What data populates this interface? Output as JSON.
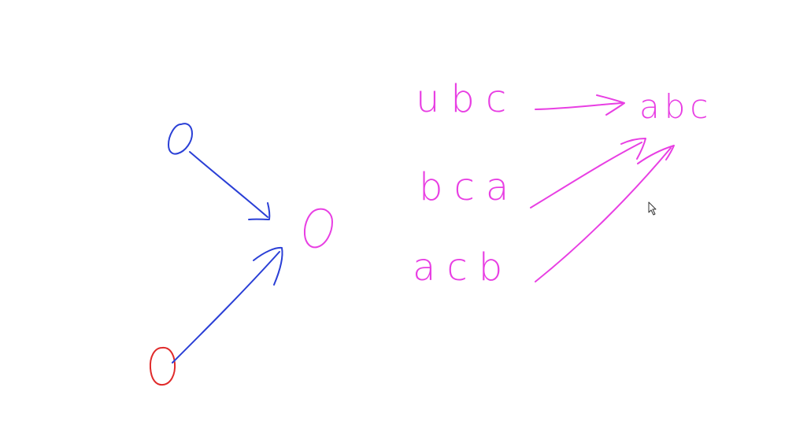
{
  "colors": {
    "background": "#ffffff",
    "blue_ink": "#2a3fd6",
    "red_ink": "#e02a2a",
    "magenta_ink": "#e83fe3",
    "cursor": "#333333"
  },
  "diagram_left": {
    "nodes": [
      "source-node-top",
      "source-node-bottom",
      "target-node"
    ],
    "edges": [
      {
        "from": "source-node-top",
        "to": "target-node"
      },
      {
        "from": "source-node-bottom",
        "to": "target-node"
      }
    ]
  },
  "diagram_right": {
    "strings": {
      "source_1": "ubc",
      "source_2": "bca",
      "source_3": "acb",
      "target": "abc"
    }
  },
  "cursor": {
    "icon": "pointer-arrow-icon"
  }
}
